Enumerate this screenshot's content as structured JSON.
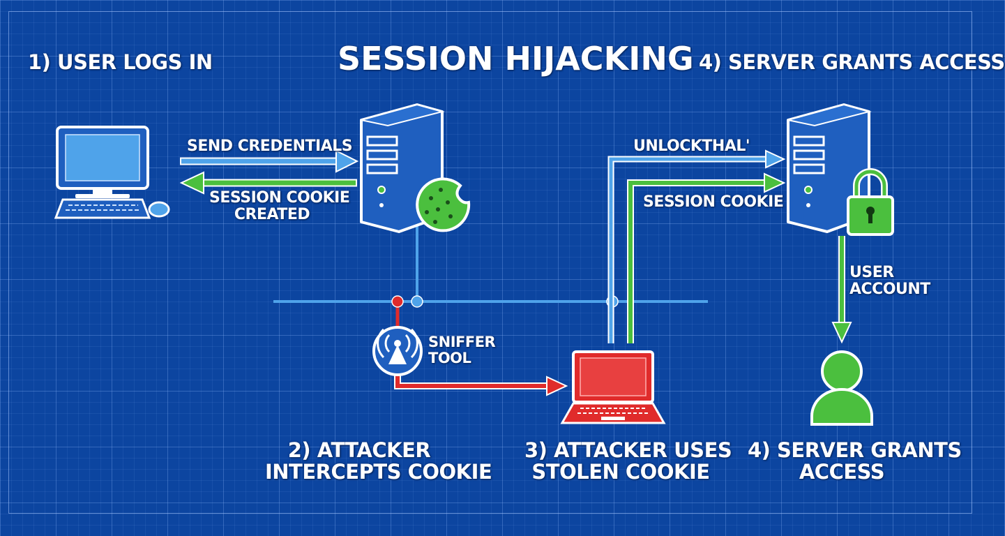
{
  "title": "SESSION HIJACKING",
  "steps": {
    "user_logs_in": "1) USER LOGS IN",
    "server_grants_top": "4) SERVER GRANTS ACCESS",
    "attacker_intercepts": [
      "2) ATTACKER",
      "INTERCEPTS COOKIE"
    ],
    "attacker_uses": [
      "3) ATTACKER USES",
      "STOLEN COOKIE"
    ],
    "server_grants_bottom": [
      "4) SERVER GRANTS",
      "ACCESS"
    ]
  },
  "flows": {
    "send_credentials": "SEND CREDENTIALS",
    "session_cookie_created": [
      "SESSION COOKIE",
      "CREATED"
    ],
    "unlock": "UNLOCKTHAL'",
    "session_cookie": "SESSION COOKIE",
    "user_account": [
      "USER",
      "ACCOUNT"
    ],
    "sniffer_tool": [
      "SNIFFER",
      "TOOL"
    ]
  },
  "colors": {
    "background": "#0c45a0",
    "blue_flow": "#4fa3ea",
    "green_flow": "#4bbf3e",
    "red_flow": "#e02b2b",
    "icon_fill": "#1f5fbf",
    "outline": "#ffffff"
  },
  "icons": {
    "user_computer": "desktop-computer-icon",
    "server_1": "server-tower-icon",
    "cookie": "cookie-icon",
    "server_2": "server-tower-icon",
    "lock": "padlock-icon",
    "sniffer": "wifi-antenna-icon",
    "attacker_laptop": "laptop-icon",
    "user": "user-person-icon"
  }
}
